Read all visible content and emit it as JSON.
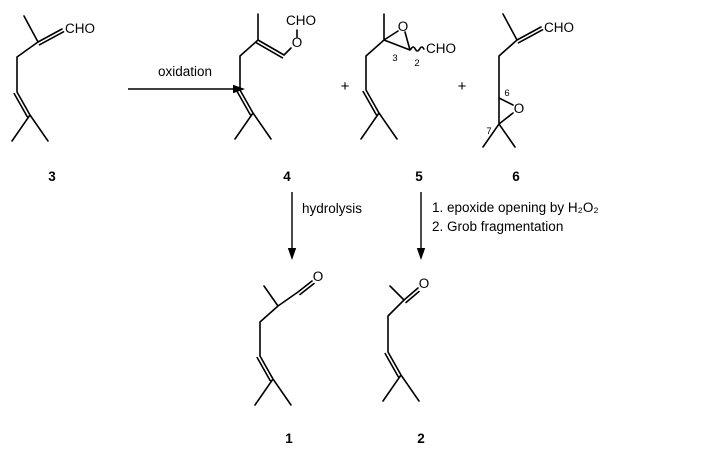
{
  "arrows": {
    "oxidation": "oxidation",
    "hydrolysis": "hydrolysis",
    "fragmentation_line1": "1. epoxide opening by H₂O₂",
    "fragmentation_line2": "2. Grob fragmentation"
  },
  "operators": {
    "plus1": "+",
    "plus2": "+"
  },
  "molecules": {
    "m3": {
      "label": "3",
      "cho": "CHO"
    },
    "m4": {
      "label": "4",
      "cho": "CHO",
      "o": "O"
    },
    "m5": {
      "label": "5",
      "cho": "CHO",
      "o": "O",
      "atom3": "3",
      "atom2": "2"
    },
    "m6": {
      "label": "6",
      "cho": "CHO",
      "o": "O",
      "atom6": "6",
      "atom7": "7"
    },
    "m1": {
      "label": "1",
      "o": "O"
    },
    "m2": {
      "label": "2",
      "o": "O"
    }
  },
  "colors": {
    "ink": "#000000",
    "background": "#ffffff"
  }
}
